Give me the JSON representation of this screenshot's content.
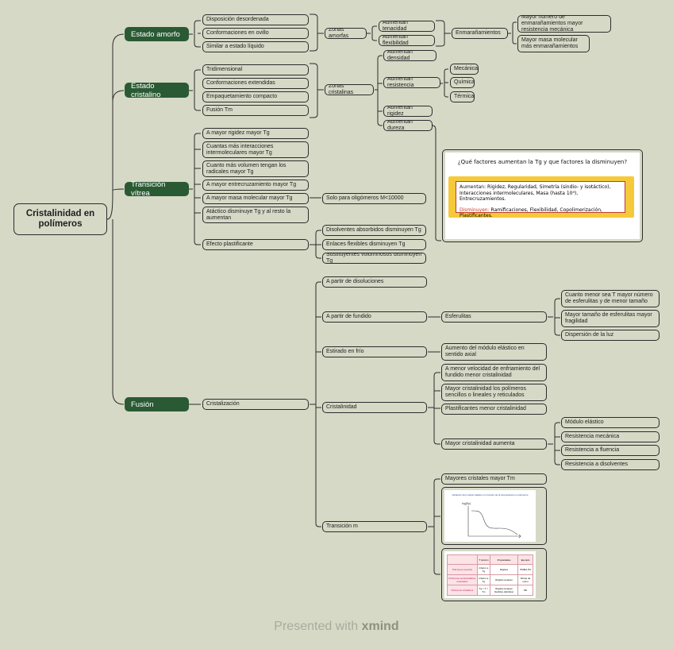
{
  "root": "Cristalinidad en polímeros",
  "branches": {
    "amorfo": "Estado amorfo",
    "cristalino": "Estado cristalino",
    "vitrea": "Transición vítrea",
    "fusion": "Fusión"
  },
  "amorfo_items": [
    "Disposición desordenada",
    "Conformaciones en ovillo",
    "Similar a estado líquido"
  ],
  "zonas_amorfas": "Zonas amorfas",
  "amorfas_effects": [
    "Aumentan tenacidad",
    "Aumentan flexibilidad"
  ],
  "enmaranamientos": "Enmarañamientos",
  "enmaranamientos_items": [
    "Mayor número de enmarañamientos mayor resistencia mecánica",
    "Mayor masa molecular más enmarañamientos"
  ],
  "cristalino_items": [
    "Tridimensional",
    "Conformaciones extendidas",
    "Empaquetamiento compacto",
    "Fusión Tm"
  ],
  "zonas_cristalinas": "Zonas cristalinas",
  "cristalinas_effects": [
    "Aumentan densidad",
    "Aumentan resistencia",
    "Aumentan rigidez",
    "Aumentan dureza"
  ],
  "resistencia_items": [
    "Mecánica",
    "Química",
    "Térmica"
  ],
  "vitrea_items": [
    "A mayor rigidez mayor Tg",
    "Cuantas más interacciones intermoleculares mayor Tg",
    "Cuanto más volumen tengan los radicales mayor Tg",
    "A mayor entrecruzamiento mayor Tg",
    "A mayor masa molecular mayor Tg",
    "Atáctico disminuye Tg y al resto la aumentan",
    "Efecto plastificante"
  ],
  "oligomeros": "Solo para oligómeros M<10000",
  "plastificante_items": [
    "Disolventes absorbidos disminuyen Tg",
    "Enlaces flexibles disminuyen Tg",
    "Sustituyentes voluminosos disminuyen Tg"
  ],
  "tg_card": {
    "title": "¿Qué factores aumentan la Tg y que factores la disminuyen?",
    "aumentan_label": "Aumentan:",
    "aumentan_text": "Rigidez, Regularidad,   Simetría (sindio- y isotáctico), Interacciones intermoleculares, Masa (hasta 10⁴), Entrecruzamientos.",
    "disminuyen_label": "Disminuyen:",
    "disminuyen_text": "Ramificaciones, Flexibilidad, Copolimerización, Plastificantes."
  },
  "fusion_child": "Cristalización",
  "crist_methods": [
    "A partir de disoluciones",
    "A partir de fundido",
    "Estirado en frío",
    "Cristalinidad",
    "Transición m"
  ],
  "esferulitas": "Esferulitas",
  "esferulitas_items": [
    "Cuanto menor sea T mayor número de esferulitas y de menor tamaño",
    "Mayor tamaño de esferulitas mayor fragilidad",
    "Dispersión de la luz"
  ],
  "estirado_item": "Aumento del módulo elástico en sentido axial",
  "cristalinidad_items": [
    "A menor velocidad de enfriamiento del fundido menor cristalinidad",
    "Mayor cristalinidad los polímeros sencillos o lineales y reticulados",
    "Plastificantes menor cristalinidad",
    "Mayor cristalinidad aumenta"
  ],
  "aumenta_items": [
    "Módulo elástico",
    "Resistencia mecánica",
    "Resistencia a fluencia",
    "Resistencia a disolventes"
  ],
  "tm_items": [
    "Mayores cristales mayor Tm"
  ],
  "graph_card": {
    "title": "Variación del módulo elástico en función de la temperatura en polímeros",
    "ylabel": "log(Ep)"
  },
  "table_card": {
    "headers": [
      "",
      "T función",
      "Propiedades",
      "Ejemplo"
    ],
    "rows": [
      [
        "Polímeros amorfos",
        "Inferior a Tg",
        "Rígidos",
        "PMMA PS"
      ],
      [
        "Polímeros semicristalinos orientados",
        "Inferior a Tg",
        "Rígidos tenaces",
        "Fibras de nylon"
      ],
      [
        "Polímeros cristalinos",
        "Tg < T < Tm",
        "Rígidos tenaces flexibles (dúctiles)",
        "PE"
      ]
    ]
  },
  "footer": {
    "prefix": "Presented with ",
    "brand": "xmind"
  }
}
